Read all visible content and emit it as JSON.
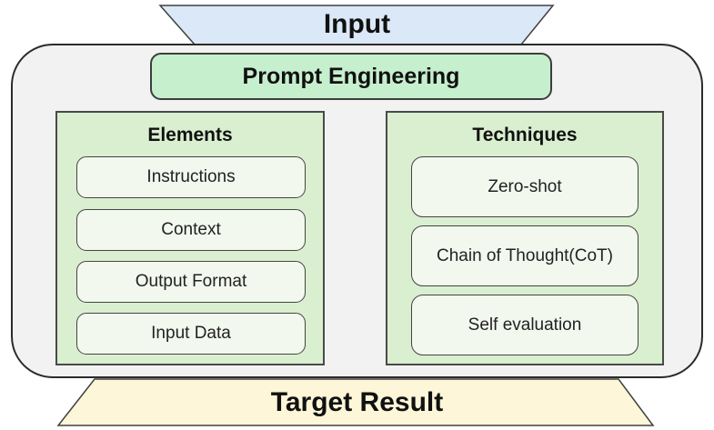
{
  "input": {
    "label": "Input",
    "color": "#dae8f7"
  },
  "center": {
    "label": "Prompt Engineering",
    "color": "#c6efce"
  },
  "elements": {
    "title": "Elements",
    "items": [
      {
        "label": "Instructions"
      },
      {
        "label": "Context"
      },
      {
        "label": "Output Format"
      },
      {
        "label": "Input Data"
      }
    ]
  },
  "techniques": {
    "title": "Techniques",
    "items": [
      {
        "label": "Zero-shot"
      },
      {
        "label": "Chain of Thought(CoT)"
      },
      {
        "label": "Self evaluation"
      }
    ]
  },
  "output": {
    "label": "Target Result",
    "color": "#fdf6d8"
  },
  "colors": {
    "frame": "#f2f2f2",
    "panel": "#d9efcf",
    "item": "#f3f8ee",
    "border": "#333333"
  }
}
